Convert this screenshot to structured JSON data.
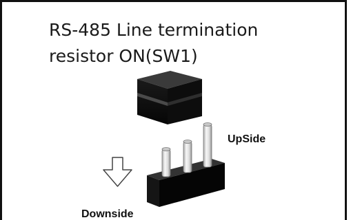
{
  "title": {
    "line1": "RS-485 Line termination",
    "line2": "resistor ON(SW1)"
  },
  "labels": {
    "upside": "UpSide",
    "downside": "Downside"
  }
}
